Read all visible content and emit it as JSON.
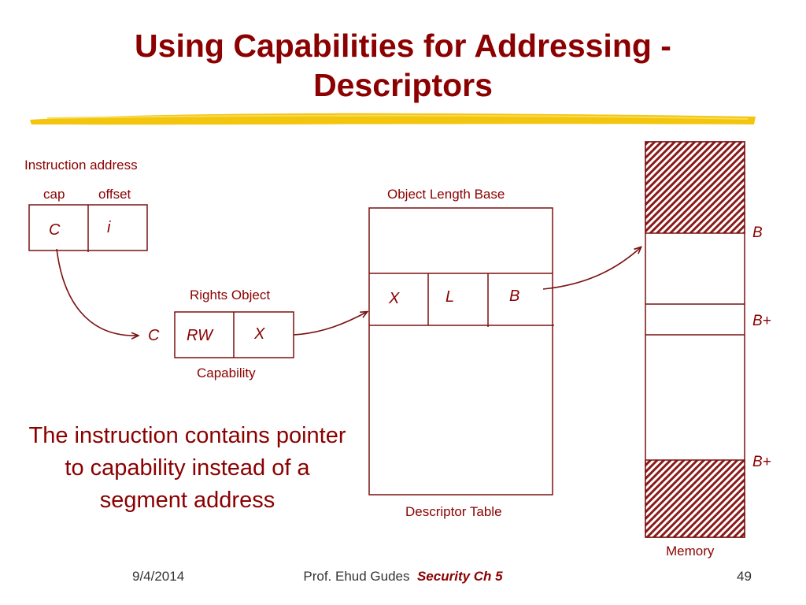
{
  "title": {
    "line1": "Using Capabilities for Addressing -",
    "line2": "Descriptors"
  },
  "diagram": {
    "instruction_address_label": "Instruction address",
    "cap_label": "cap",
    "offset_label": "offset",
    "cap_value": "C",
    "offset_value": "i",
    "rights_object_label": "Rights Object",
    "capability_c": "C",
    "rights_value": "RW",
    "object_value": "X",
    "capability_label": "Capability",
    "object_length_base_label": "Object Length Base",
    "desc_x": "X",
    "desc_l": "L",
    "desc_b": "B",
    "descriptor_table_label": "Descriptor Table",
    "memory_b": "B",
    "memory_b_plus_1": "B+",
    "memory_b_plus_2": "B+",
    "memory_label": "Memory"
  },
  "body_text": "The instruction contains pointer to capability instead of a segment address",
  "footer": {
    "date": "9/4/2014",
    "author": "Prof. Ehud Gudes",
    "course": "Security  Ch 5",
    "page": "49"
  },
  "colors": {
    "accent": "#8b0000",
    "underline": "#f2c200"
  }
}
